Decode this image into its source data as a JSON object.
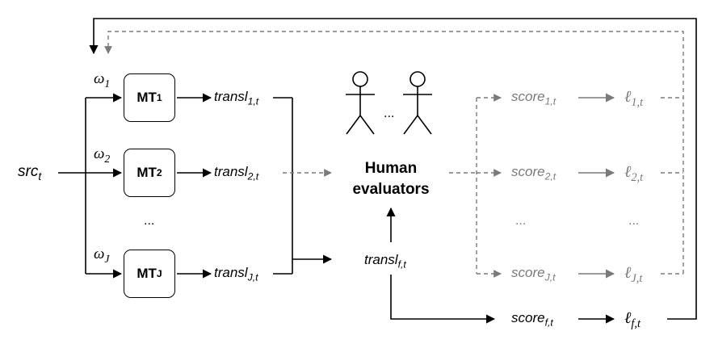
{
  "source": {
    "base": "src",
    "sub": "t"
  },
  "weights": [
    {
      "base": "ω",
      "sub": "1"
    },
    {
      "base": "ω",
      "sub": "2"
    },
    {
      "base": "ω",
      "sub": "J"
    }
  ],
  "mt_systems": [
    {
      "base": "MT",
      "sub": "1"
    },
    {
      "base": "MT",
      "sub": "2"
    },
    {
      "base": "MT",
      "sub": "J"
    }
  ],
  "translations": [
    {
      "base": "transl",
      "sub": "1,t"
    },
    {
      "base": "transl",
      "sub": "2,t"
    },
    {
      "base": "transl",
      "sub": "J,t"
    }
  ],
  "ellipsis": "...",
  "human_evaluators": {
    "line1": "Human",
    "line2": "evaluators"
  },
  "final_translation": {
    "base": "transl",
    "sub": "f,t"
  },
  "scores": [
    {
      "base": "score",
      "sub": "1,t"
    },
    {
      "base": "score",
      "sub": "2,t"
    },
    {
      "base": "score",
      "sub": "J,t"
    }
  ],
  "losses": [
    {
      "base": "ℓ",
      "sub": "1,t"
    },
    {
      "base": "ℓ",
      "sub": "2,t"
    },
    {
      "base": "ℓ",
      "sub": "J,t"
    }
  ],
  "final_score": {
    "base": "score",
    "sub": "f,t"
  },
  "final_loss": {
    "base": "ℓ",
    "sub": "f,t"
  },
  "colors": {
    "solid": "#000000",
    "dashed": "#7a7a7a"
  }
}
